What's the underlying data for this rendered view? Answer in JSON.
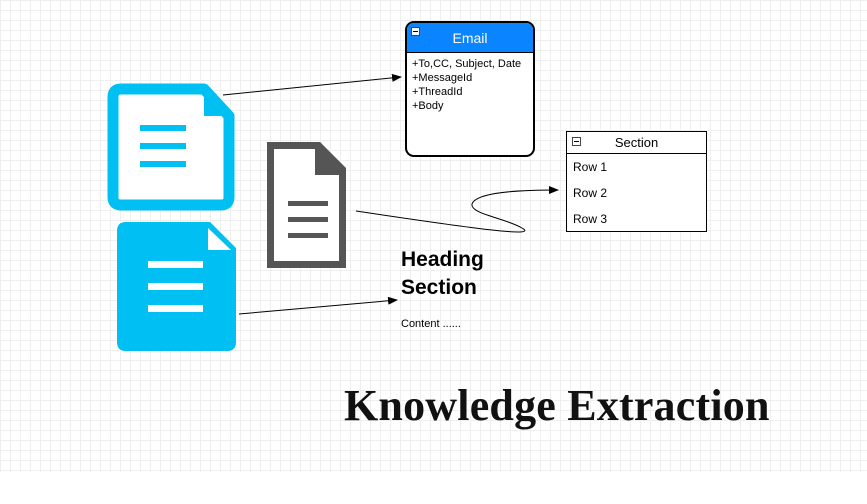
{
  "email": {
    "title": "Email",
    "fields": [
      "+To,CC, Subject, Date",
      "+MessageId",
      "+ThreadId",
      "+Body"
    ]
  },
  "section": {
    "title": "Section",
    "rows": [
      "Row 1",
      "Row 2",
      "Row 3"
    ]
  },
  "text_block": {
    "heading_line1": "Heading",
    "heading_line2": "Section",
    "content": "Content ......"
  },
  "caption": "Knowledge Extraction",
  "icons": {
    "doc_outline": "document-outline-icon",
    "doc_gray": "document-gray-icon",
    "doc_filled": "document-filled-icon"
  },
  "colors": {
    "accent_blue": "#0a84ff",
    "doc_cyan": "#00bff3",
    "doc_gray": "#555555"
  }
}
